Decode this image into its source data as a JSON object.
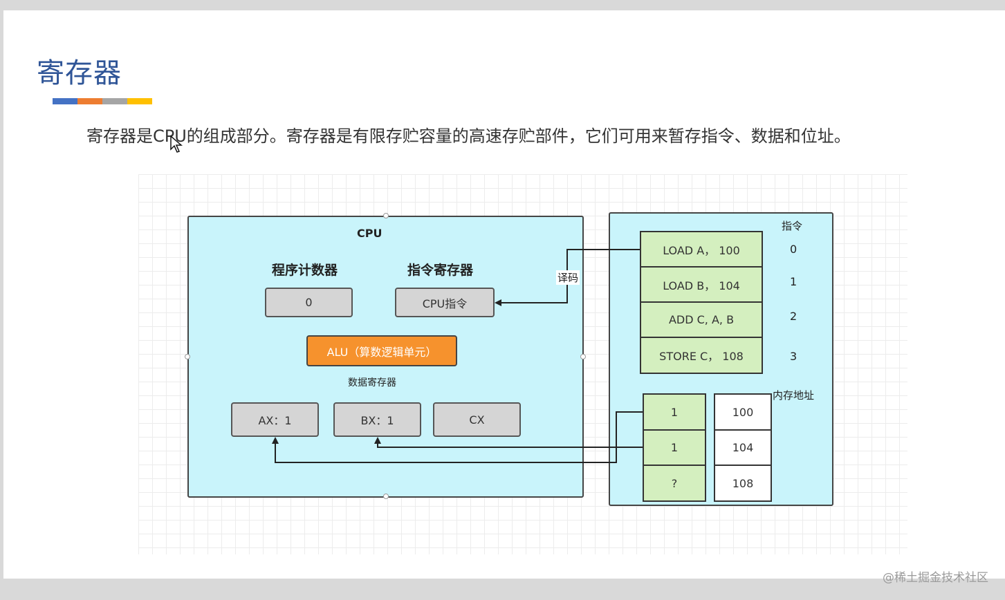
{
  "slide": {
    "title": "寄存器",
    "title_bar_colors": [
      "#4472c4",
      "#ed7d31",
      "#a5a5a5",
      "#ffc000"
    ],
    "intro": "寄存器是CPU的组成部分。寄存器是有限存贮容量的高速存贮部件，它们可用来暂存指令、数据和位址。",
    "watermark": "@稀土掘金技术社区"
  },
  "cpu": {
    "title": "CPU",
    "pc_label": "程序计数器",
    "pc_value": "0",
    "ir_label": "指令寄存器",
    "ir_value": "CPU指令",
    "alu": "ALU（算数逻辑单元）",
    "data_reg_label": "数据寄存器",
    "registers": [
      "AX：1",
      "BX：1",
      "CX"
    ]
  },
  "decode_label": "译码",
  "memory": {
    "instr_header": "指令",
    "instructions": [
      "LOAD A， 100",
      "LOAD B， 104",
      "ADD  C, A, B",
      "STORE C， 108"
    ],
    "instr_indices": [
      "0",
      "1",
      "2",
      "3"
    ],
    "addr_header": "内存地址",
    "data_values": [
      "1",
      "1",
      "?"
    ],
    "addresses": [
      "100",
      "104",
      "108"
    ]
  },
  "colors": {
    "title": "#2f5597",
    "panel": "#c9f4fb",
    "register": "#d5d5d5",
    "alu": "#f6922d",
    "memory_cell": "#d4efbf"
  }
}
